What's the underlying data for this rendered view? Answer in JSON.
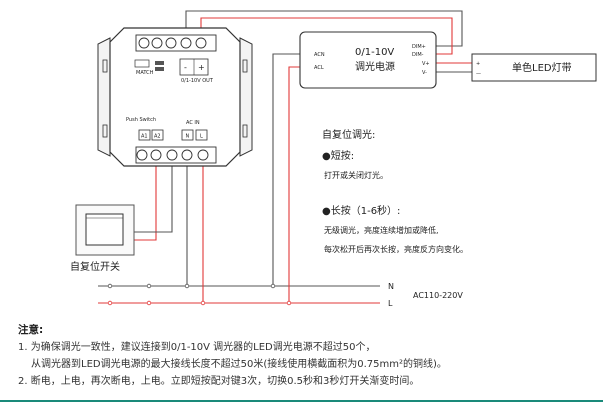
{
  "dimmer": {
    "match_label": "MATCH",
    "output_label": "0/1-10V OUT",
    "push_switch_label": "Push Switch",
    "terminal_a1": "A1",
    "terminal_a2": "A2",
    "ac_in_label": "AC IN",
    "terminal_n": "N",
    "terminal_l": "L",
    "minus": "-",
    "plus": "+"
  },
  "power_supply": {
    "title_line1": "0/1-10V",
    "title_line2": "调光电源",
    "acn": "ACN",
    "acl": "ACL",
    "dim_plus": "DIM+",
    "dim_minus": "DIM-",
    "v_plus": "V+",
    "v_minus": "V-"
  },
  "led": {
    "label": "单色LED灯带",
    "plus": "+",
    "minus": "—"
  },
  "switch": {
    "label": "自复位开关"
  },
  "mains": {
    "n": "N",
    "l": "L",
    "voltage": "AC110-220V"
  },
  "instructions": {
    "heading": "自复位调光:",
    "short_title": "●短按:",
    "short_desc": "打开或关闭灯光。",
    "long_title": "●长按（1-6秒）:",
    "long_desc1": "无级调光，亮度连续增加或降低,",
    "long_desc2": "每次松开后再次长按，亮度反方向变化。"
  },
  "notes": {
    "title": "注意:",
    "line1": "1. 为确保调光一致性，建议连接到0/1-10V 调光器的LED调光电源不超过50个，",
    "line2": "从调光器到LED调光电源的最大接线长度不超过50米(接线使用横截面积为0.75mm²的铜线)。",
    "line3": "2. 断电，上电，再次断电，上电。立即短按配对键3次，切换0.5秒和3秒灯开关渐变时间。"
  },
  "colors": {
    "wire_red": "#e23838",
    "wire_dark": "#555555",
    "accent_teal": "#1a8a7a"
  }
}
